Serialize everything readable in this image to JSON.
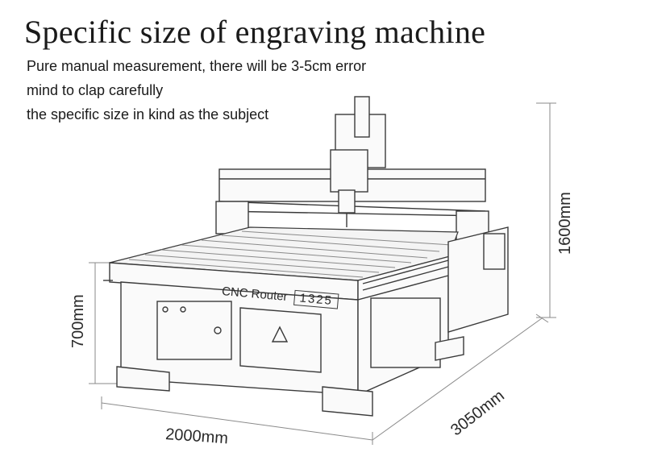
{
  "title": "Specific size of engraving machine",
  "notes": [
    "Pure manual measurement, there will be 3-5cm error",
    "mind to clap carefully",
    "the specific size in kind as the subject"
  ],
  "machine": {
    "brand_text": "CNC Router",
    "model_text": "1325"
  },
  "dimensions": {
    "width": "2000mm",
    "length": "3050mm",
    "table_height": "700mm",
    "total_height": "1600mm"
  }
}
